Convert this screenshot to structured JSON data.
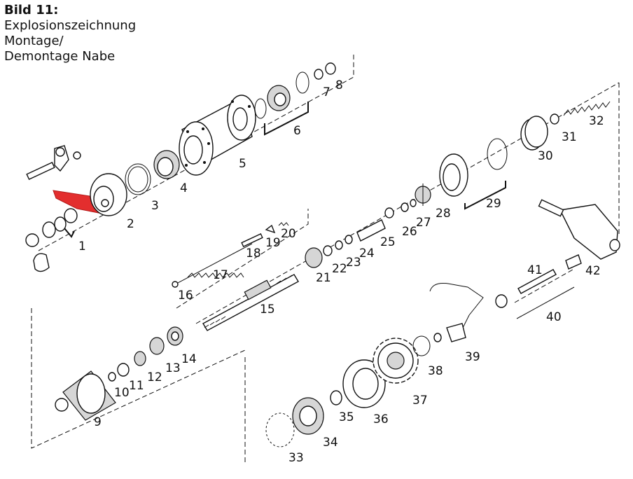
{
  "caption": {
    "title": "Bild 11:",
    "lines": [
      "Explosionszeichnung",
      "Montage/",
      "Demontage Nabe"
    ]
  },
  "labels": [
    "1",
    "2",
    "3",
    "4",
    "5",
    "6",
    "7",
    "8",
    "9",
    "10",
    "11",
    "12",
    "13",
    "14",
    "15",
    "16",
    "17",
    "18",
    "19",
    "20",
    "21",
    "22",
    "23",
    "24",
    "25",
    "26",
    "27",
    "28",
    "29",
    "30",
    "31",
    "32",
    "33",
    "34",
    "35",
    "36",
    "37",
    "38",
    "39",
    "40",
    "41",
    "42"
  ],
  "highlight": {
    "part": "2",
    "color": "#e01818"
  }
}
